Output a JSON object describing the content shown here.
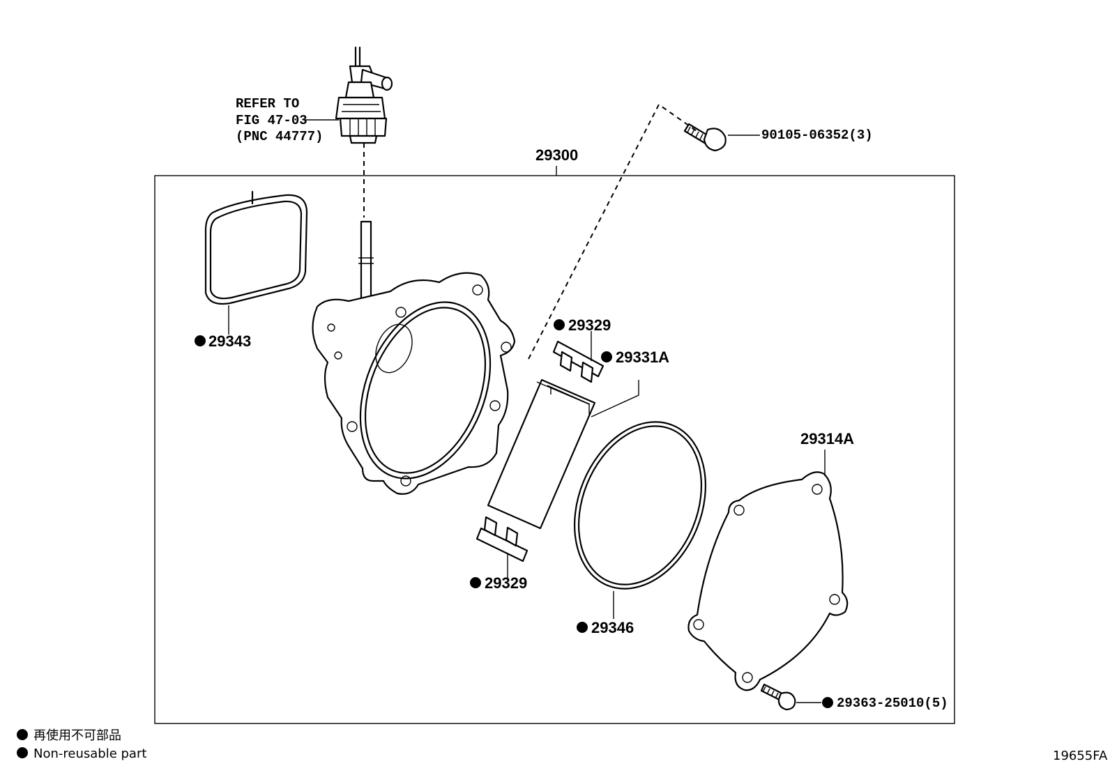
{
  "diagram": {
    "assembly_label": "29300",
    "refer": {
      "line1": "REFER TO",
      "line2": "FIG 47-03",
      "line3": "(PNC 44777)"
    },
    "parts": {
      "bolt_top": "90105-06352(3)",
      "gasket_square": "29343",
      "seal_upper": "29329",
      "filter": "29331A",
      "seal_lower": "29329",
      "o_ring": "29346",
      "cover": "29314A",
      "bolt_bottom": "29363-25010(5)"
    },
    "legend": {
      "jp": "再使用不可部品",
      "en": "Non-reusable part"
    },
    "figure_id": "19655FA"
  }
}
